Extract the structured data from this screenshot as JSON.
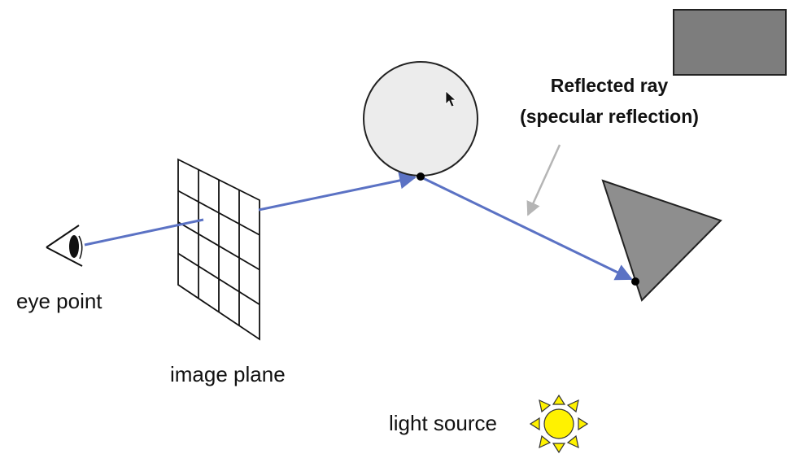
{
  "labels": {
    "eye_point": "eye point",
    "image_plane": "image plane",
    "light_source": "light source",
    "reflected_ray_line1": "Reflected ray",
    "reflected_ray_line2": "(specular reflection)"
  },
  "colors": {
    "ray": "#5b72c4",
    "sphere_fill": "#ececec",
    "triangle_fill": "#8e8e8e",
    "corner_rect_fill": "#7d7d7d",
    "sun_fill": "#fff200",
    "pointer_arrow": "#b5b5b5",
    "outline": "#222222"
  },
  "icons": {
    "eye": "eye-icon",
    "sun": "sun-icon",
    "cursor": "mouse-cursor-icon"
  }
}
